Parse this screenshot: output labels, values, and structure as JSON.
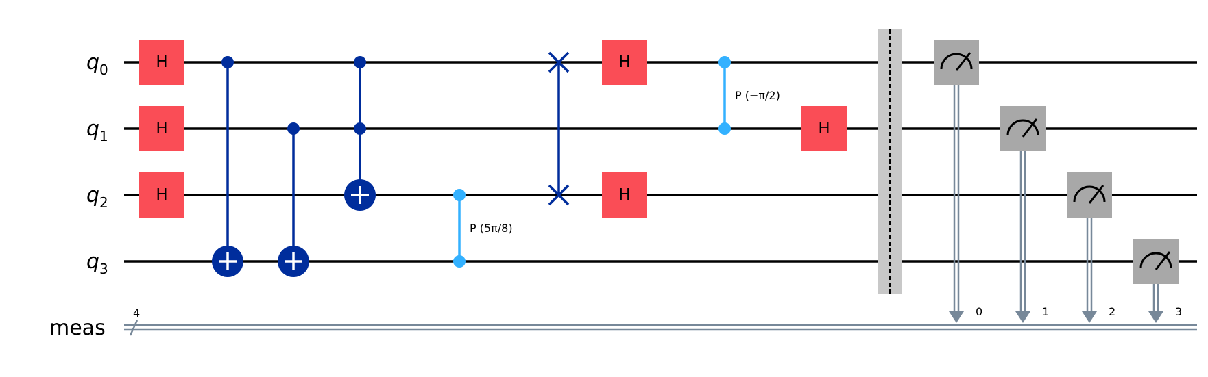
{
  "circuit": {
    "qubit_labels": [
      {
        "base": "q",
        "sub": "0"
      },
      {
        "base": "q",
        "sub": "1"
      },
      {
        "base": "q",
        "sub": "2"
      },
      {
        "base": "q",
        "sub": "3"
      }
    ],
    "classical_register": {
      "label": "meas",
      "size": "4",
      "bit_labels": [
        "0",
        "1",
        "2",
        "3"
      ]
    },
    "gates": [
      {
        "type": "H",
        "label": "H",
        "qubit": 0,
        "col": 0
      },
      {
        "type": "H",
        "label": "H",
        "qubit": 1,
        "col": 0
      },
      {
        "type": "H",
        "label": "H",
        "qubit": 2,
        "col": 0
      },
      {
        "type": "CX",
        "control": 0,
        "target": 3,
        "col": 1
      },
      {
        "type": "CX",
        "control": 1,
        "target": 3,
        "col": 2
      },
      {
        "type": "CCX",
        "controls": [
          0,
          1
        ],
        "target": 2,
        "col": 3
      },
      {
        "type": "CP",
        "qubits": [
          2,
          3
        ],
        "label": "P (5π/8)",
        "col": 4
      },
      {
        "type": "SWAP",
        "qubits": [
          0,
          2
        ],
        "col": 5
      },
      {
        "type": "H",
        "label": "H",
        "qubit": 0,
        "col": 6
      },
      {
        "type": "H",
        "label": "H",
        "qubit": 2,
        "col": 6
      },
      {
        "type": "CP",
        "qubits": [
          0,
          1
        ],
        "label": "P (−π/2)",
        "col": 7
      },
      {
        "type": "H",
        "label": "H",
        "qubit": 1,
        "col": 8
      },
      {
        "type": "BARRIER",
        "col": 9
      },
      {
        "type": "MEASURE",
        "qubit": 0,
        "clbit": 0,
        "col": 10
      },
      {
        "type": "MEASURE",
        "qubit": 1,
        "clbit": 1,
        "col": 11
      },
      {
        "type": "MEASURE",
        "qubit": 2,
        "clbit": 2,
        "col": 12
      },
      {
        "type": "MEASURE",
        "qubit": 3,
        "clbit": 3,
        "col": 13
      }
    ]
  },
  "colors": {
    "h_gate": "#FA4D56",
    "cx": "#002D9C",
    "cp": "#33B1FF",
    "swap": "#002D9C",
    "measure": "#A8A8A8",
    "barrier": "#C8C8C8",
    "classical": "#778899"
  }
}
